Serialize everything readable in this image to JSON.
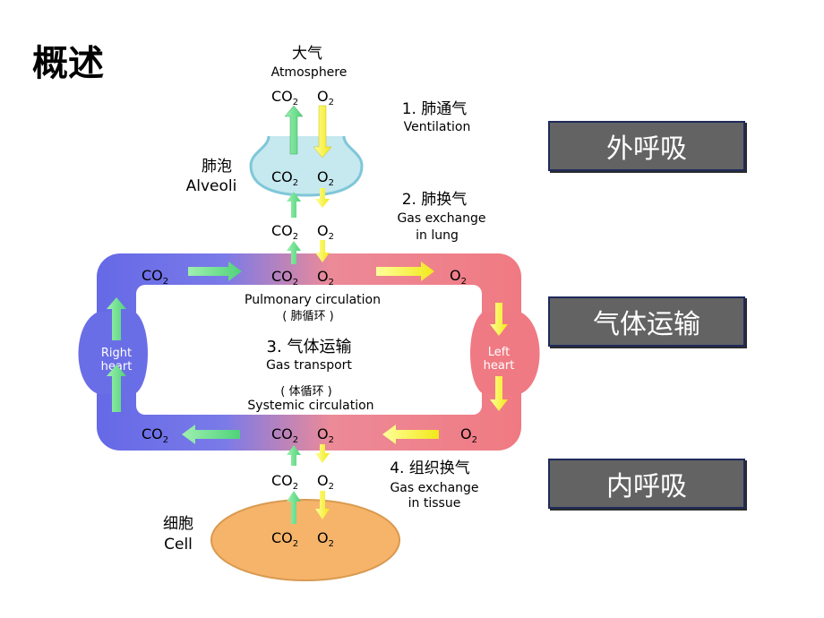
{
  "title": "概述",
  "atmosphere": {
    "cn": "大气",
    "en": "Atmosphere"
  },
  "alveoli": {
    "cn": "肺泡",
    "en": "Alveoli"
  },
  "cell": {
    "cn": "细胞",
    "en": "Cell"
  },
  "gas": {
    "co": "CO",
    "o": "O",
    "sub": "2"
  },
  "steps": {
    "ventilation": {
      "cn": "1. 肺通气",
      "en": "Ventilation"
    },
    "lung_exchange": {
      "cn": "2. 肺换气",
      "en1": "Gas exchange",
      "en2": "in lung"
    },
    "transport": {
      "cn": "3. 气体运输",
      "en": "Gas transport"
    },
    "tissue_exchange": {
      "cn": "4. 组织换气",
      "en1": "Gas exchange",
      "en2": "in tissue"
    }
  },
  "circulation": {
    "pulmonary_en": "Pulmonary circulation",
    "pulmonary_cn": "( 肺循环 )",
    "systemic_cn": "( 体循环 )",
    "systemic_en": "Systemic circulation"
  },
  "hearts": {
    "right": [
      "Right",
      "heart"
    ],
    "left": [
      "Left",
      "heart"
    ]
  },
  "side_boxes": [
    "外呼吸",
    "气体运输",
    "内呼吸"
  ],
  "colors": {
    "blue": "#6b6fe8",
    "red": "#f07a82",
    "green_arrow": "#6fe06f",
    "yellow_arrow": "#f4f03a",
    "alveoli": "#bfe6ee",
    "cell": "#f5b466",
    "box_bg": "#636363"
  }
}
